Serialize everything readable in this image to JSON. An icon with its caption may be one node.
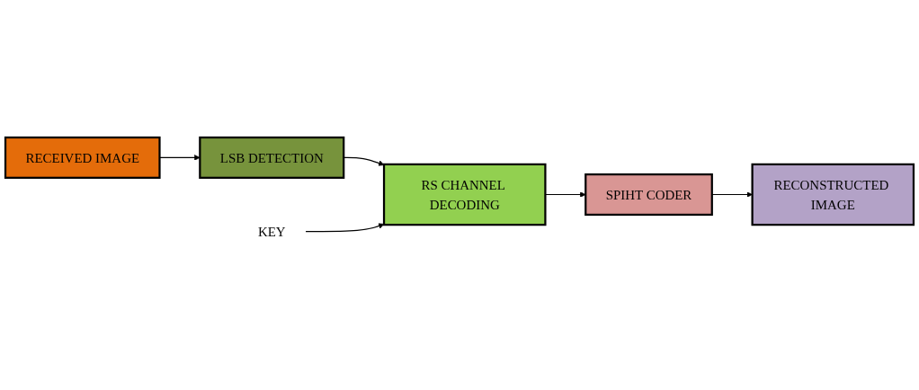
{
  "diagram": {
    "nodes": [
      {
        "text": [
          "RECEIVED IMAGE"
        ]
      },
      {
        "text": [
          "LSB DETECTION"
        ]
      },
      {
        "text": [
          "RS CHANNEL DECODING"
        ]
      },
      {
        "text": [
          "SPIHT CODER"
        ]
      },
      {
        "text": [
          "RECONSTRUCTED IMAGE"
        ]
      },
      {
        "text": [
          "KEY"
        ]
      }
    ],
    "edges": [
      {
        "from": 0,
        "to": 1,
        "arrow": "to"
      },
      {
        "from": 1,
        "to": 2,
        "arrow": "to"
      },
      {
        "from": 5,
        "to": 2,
        "arrow": "to"
      },
      {
        "from": 2,
        "to": 3,
        "arrow": "to"
      },
      {
        "from": 3,
        "to": 4,
        "arrow": "to"
      }
    ]
  }
}
